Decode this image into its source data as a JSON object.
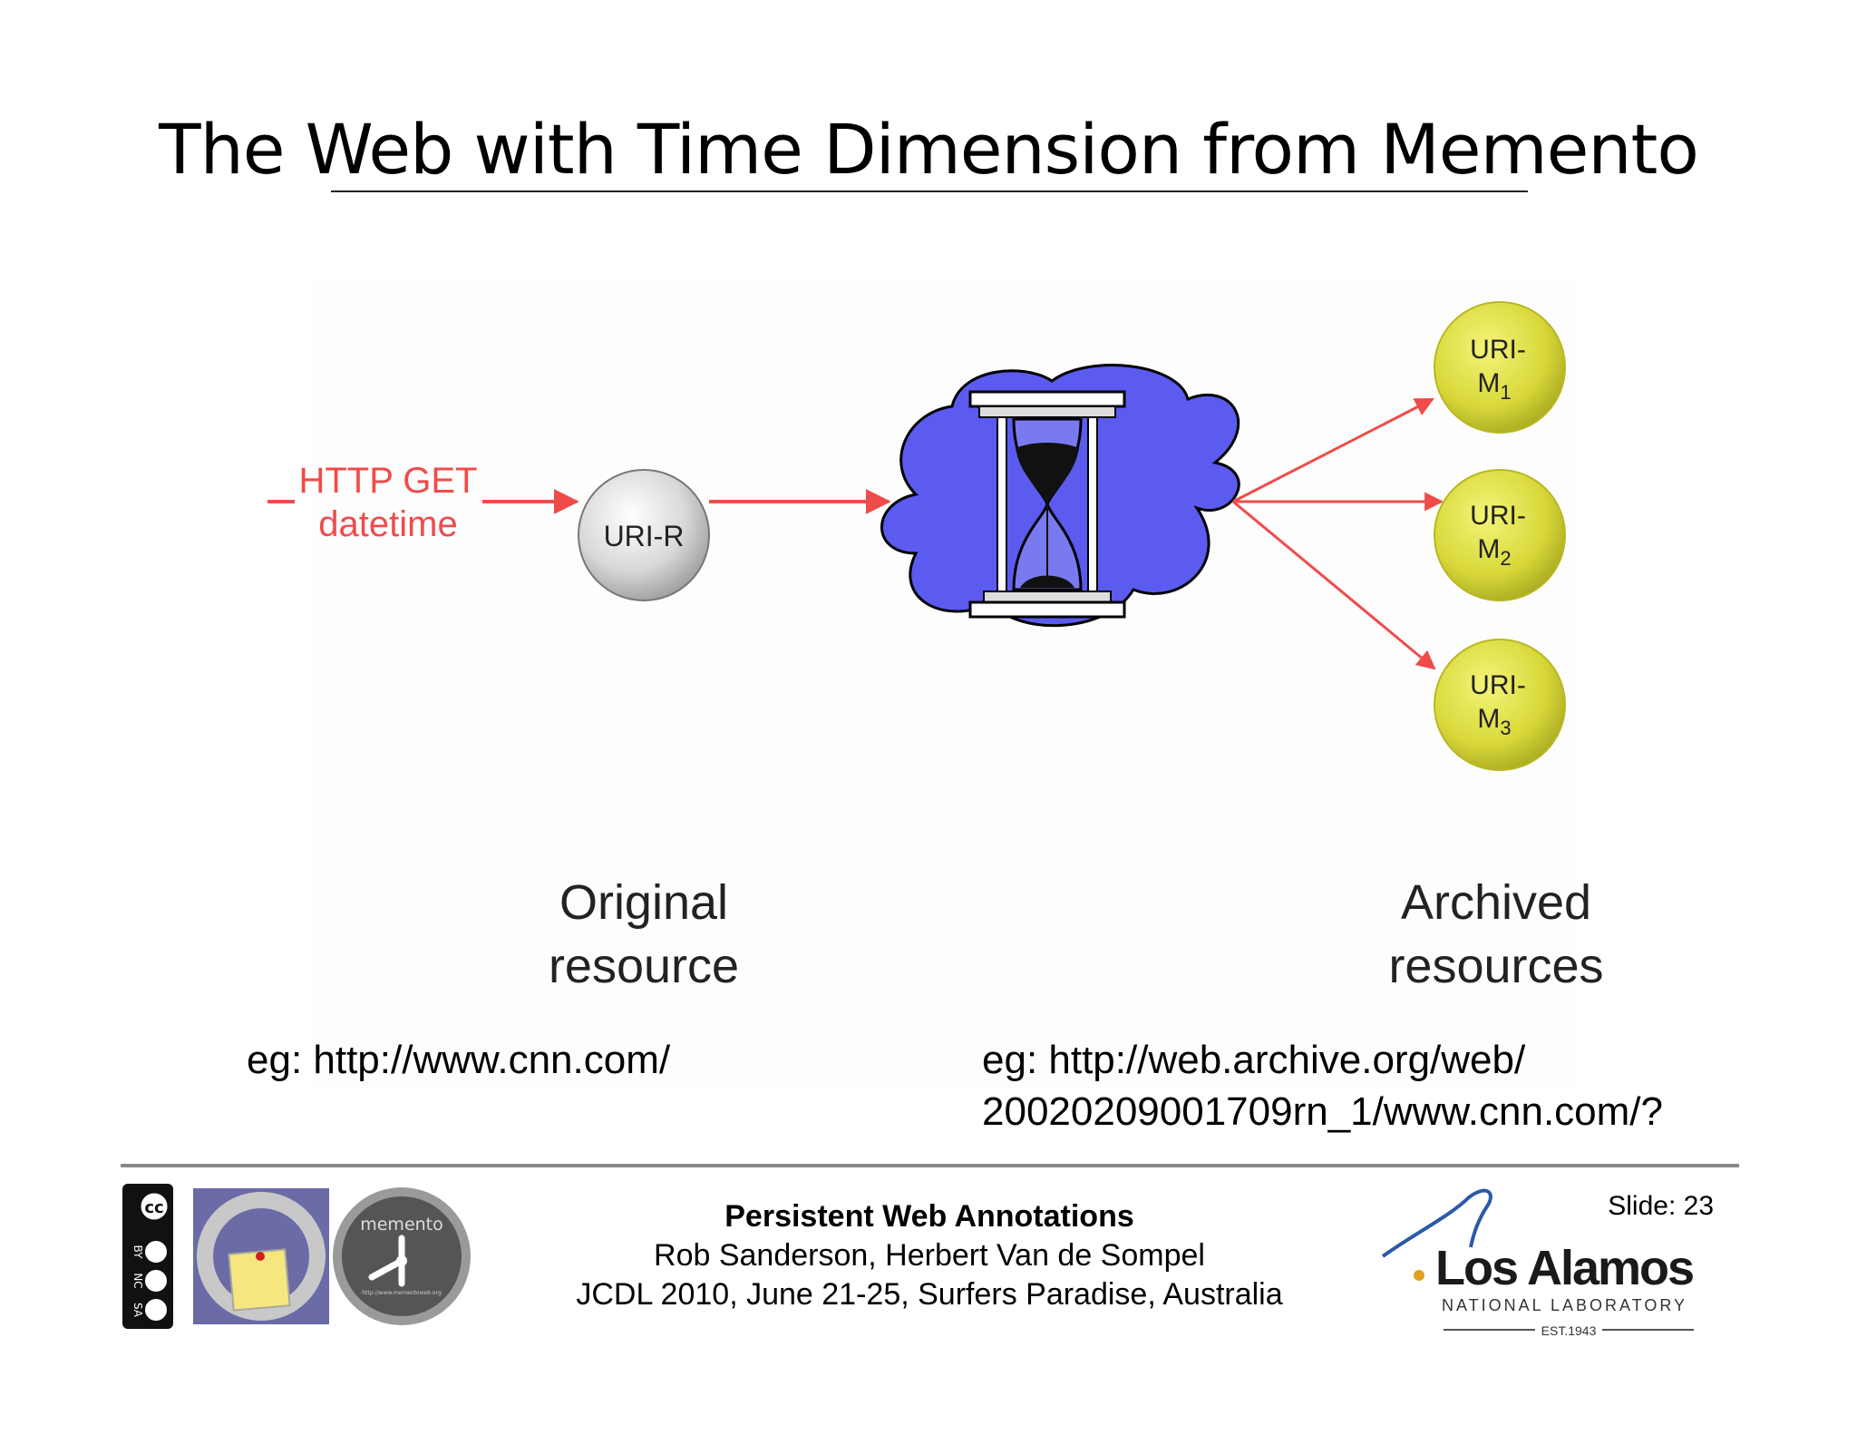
{
  "slide": {
    "title": "The Web with Time Dimension from Memento",
    "diagram": {
      "request_label_line1": "HTTP GET",
      "request_label_line2": "datetime",
      "original_node_label": "URI-R",
      "memento_nodes": [
        {
          "label_top": "URI-",
          "label_main": "M",
          "subscript": "1"
        },
        {
          "label_top": "URI-",
          "label_main": "M",
          "subscript": "2"
        },
        {
          "label_top": "URI-",
          "label_main": "M",
          "subscript": "3"
        }
      ],
      "original_caption_line1": "Original",
      "original_caption_line2": "resource",
      "archived_caption_line1": "Archived",
      "archived_caption_line2": "resources"
    },
    "examples": {
      "original": "eg: http://www.cnn.com/",
      "archived_line1": "eg: http://web.archive.org/web/",
      "archived_line2": "20020209001709rn_1/www.cnn.com/?"
    },
    "footer": {
      "talk_title": "Persistent Web Annotations",
      "authors": "Rob Sanderson, Herbert Van de Sompel",
      "venue": "JCDL 2010, June 21-25, Surfers Paradise, Australia",
      "slide_label": "Slide: 23",
      "cc_badge_labels": [
        "BY",
        "NC",
        "SA"
      ],
      "memento_logo_text": "memento",
      "memento_logo_url": "http://www.mementoweb.org",
      "lanl_name": "Los Alamos",
      "lanl_subtitle": "NATIONAL LABORATORY",
      "lanl_est": "EST.1943"
    },
    "colors": {
      "arrow_red": "#f04b4b",
      "cloud_blue": "#5b5bf0",
      "memento_yellow": "#d8d83a",
      "lanl_blue": "#2b5aa8",
      "lanl_gold": "#e0a020"
    }
  }
}
